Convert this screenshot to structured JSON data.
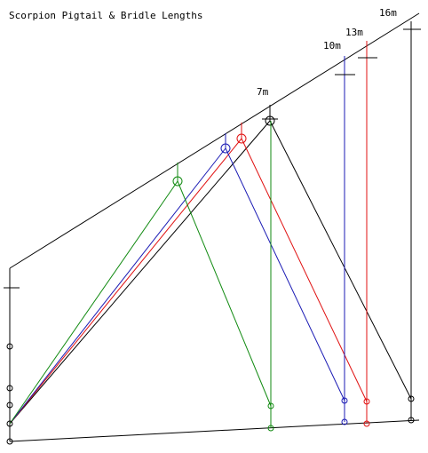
{
  "title": "Scorpion Pigtail & Bridle Lengths",
  "labels": {
    "l7": "7m",
    "l10": "10m",
    "l13": "13m",
    "l16": "16m"
  },
  "colors": {
    "black": "#000000",
    "blue": "#1a1ab4",
    "red": "#e01010",
    "green": "#108a10"
  }
}
